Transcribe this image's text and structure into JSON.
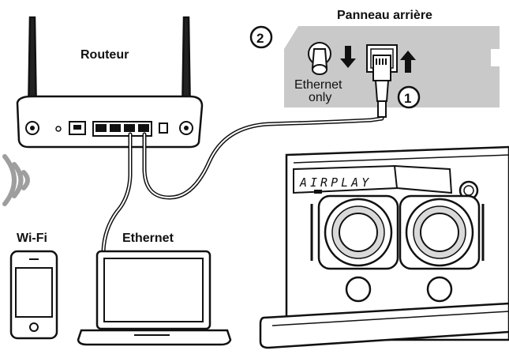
{
  "labels": {
    "router": "Routeur",
    "rear_panel": "Panneau arrière",
    "ethernet_only_line1": "Ethernet",
    "ethernet_only_line2": "only",
    "step1": "1",
    "step2": "2",
    "wifi": "Wi-Fi",
    "ethernet": "Ethernet",
    "display": "AIRPLAY"
  },
  "colors": {
    "line": "#111111",
    "panel_fill": "#c9c9c9",
    "wifi_waves": "#9e9e9e",
    "speaker_ring": "#d9d9d9"
  },
  "icons": {
    "wifi_signal": "wifi-waves-icon",
    "arrow_down": "arrow-down-icon",
    "arrow_up": "arrow-up-icon"
  }
}
